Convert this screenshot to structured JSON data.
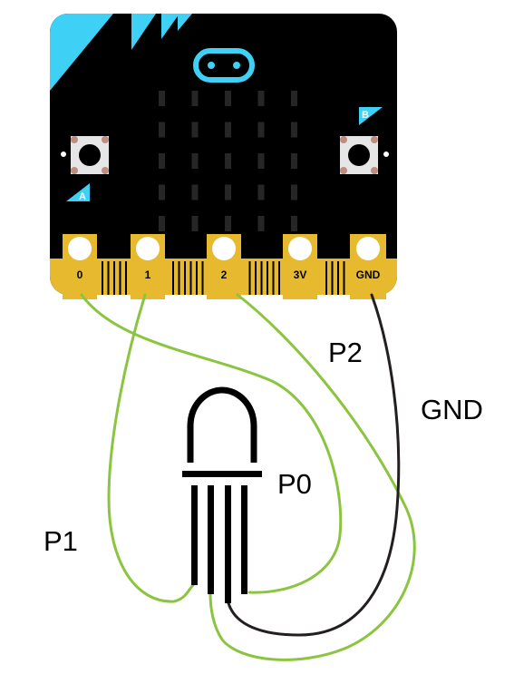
{
  "colors": {
    "board": "#000000",
    "accent": "#3fd0f5",
    "gold": "#e6b92f",
    "led_off": "#262626",
    "button_body": "#e6e6e6",
    "button_corner": "#bf8e82",
    "wire_green": "#8bc53f",
    "wire_black": "#231f20"
  },
  "board": {
    "pins": [
      {
        "id": "pin-0",
        "label": "0"
      },
      {
        "id": "pin-1",
        "label": "1"
      },
      {
        "id": "pin-2",
        "label": "2"
      },
      {
        "id": "pin-3v",
        "label": "3V"
      },
      {
        "id": "pin-gnd",
        "label": "GND"
      }
    ],
    "buttons": {
      "a": "A",
      "b": "B"
    },
    "led_matrix": {
      "rows": 5,
      "cols": 5
    }
  },
  "wires": [
    {
      "id": "wire-p0",
      "label": "P0",
      "color": "#8bc53f"
    },
    {
      "id": "wire-p1",
      "label": "P1",
      "color": "#8bc53f"
    },
    {
      "id": "wire-p2",
      "label": "P2",
      "color": "#8bc53f"
    },
    {
      "id": "wire-gnd",
      "label": "GND",
      "color": "#231f20"
    }
  ],
  "component": {
    "icon": "rgb-led-icon",
    "legs": 4
  }
}
